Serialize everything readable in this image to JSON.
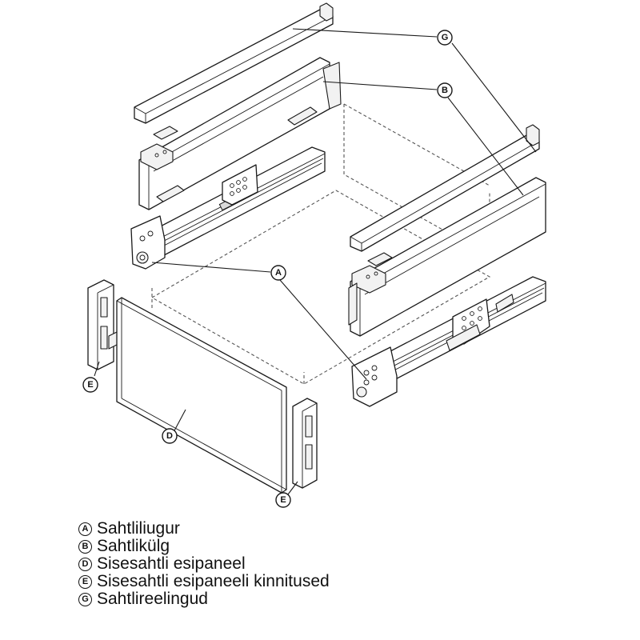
{
  "callouts": {
    "a": "A",
    "b": "B",
    "d": "D",
    "e": "E",
    "g": "G"
  },
  "legend": [
    {
      "letter": "A",
      "label": "Sahtliliugur"
    },
    {
      "letter": "B",
      "label": "Sahtlikülg"
    },
    {
      "letter": "D",
      "label": "Sisesahtli esipaneel"
    },
    {
      "letter": "E",
      "label": "Sisesahtli esipaneeli kinnitused"
    },
    {
      "letter": "G",
      "label": "Sahtlireelingud"
    }
  ]
}
